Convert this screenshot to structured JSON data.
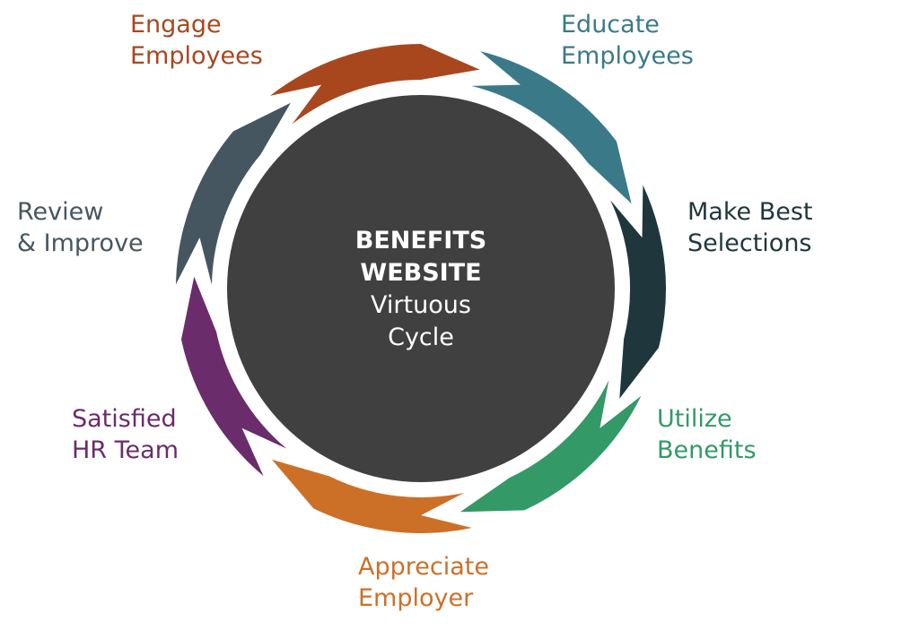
{
  "center": {
    "line1": "BENEFITS",
    "line2": "WEBSITE",
    "line3": "Virtuous",
    "line4": "Cycle",
    "fill": "#404040"
  },
  "stages": [
    {
      "id": "educate",
      "line1": "Educate",
      "line2": "Employees",
      "color": "#3A7A88"
    },
    {
      "id": "make-best",
      "line1": "Make Best",
      "line2": "Selections",
      "color": "#1F363D"
    },
    {
      "id": "utilize",
      "line1": "Utilize",
      "line2": "Benefits",
      "color": "#339966"
    },
    {
      "id": "appreciate",
      "line1": "Appreciate",
      "line2": "Employer",
      "color": "#CC7028"
    },
    {
      "id": "satisfied",
      "line1": "Satisfied",
      "line2": "HR Team",
      "color": "#6A2C6A"
    },
    {
      "id": "review",
      "line1": "Review",
      "line2": "& Improve",
      "color": "#465660"
    },
    {
      "id": "engage",
      "line1": "Engage",
      "line2": "Employees",
      "color": "#A8471E"
    }
  ]
}
